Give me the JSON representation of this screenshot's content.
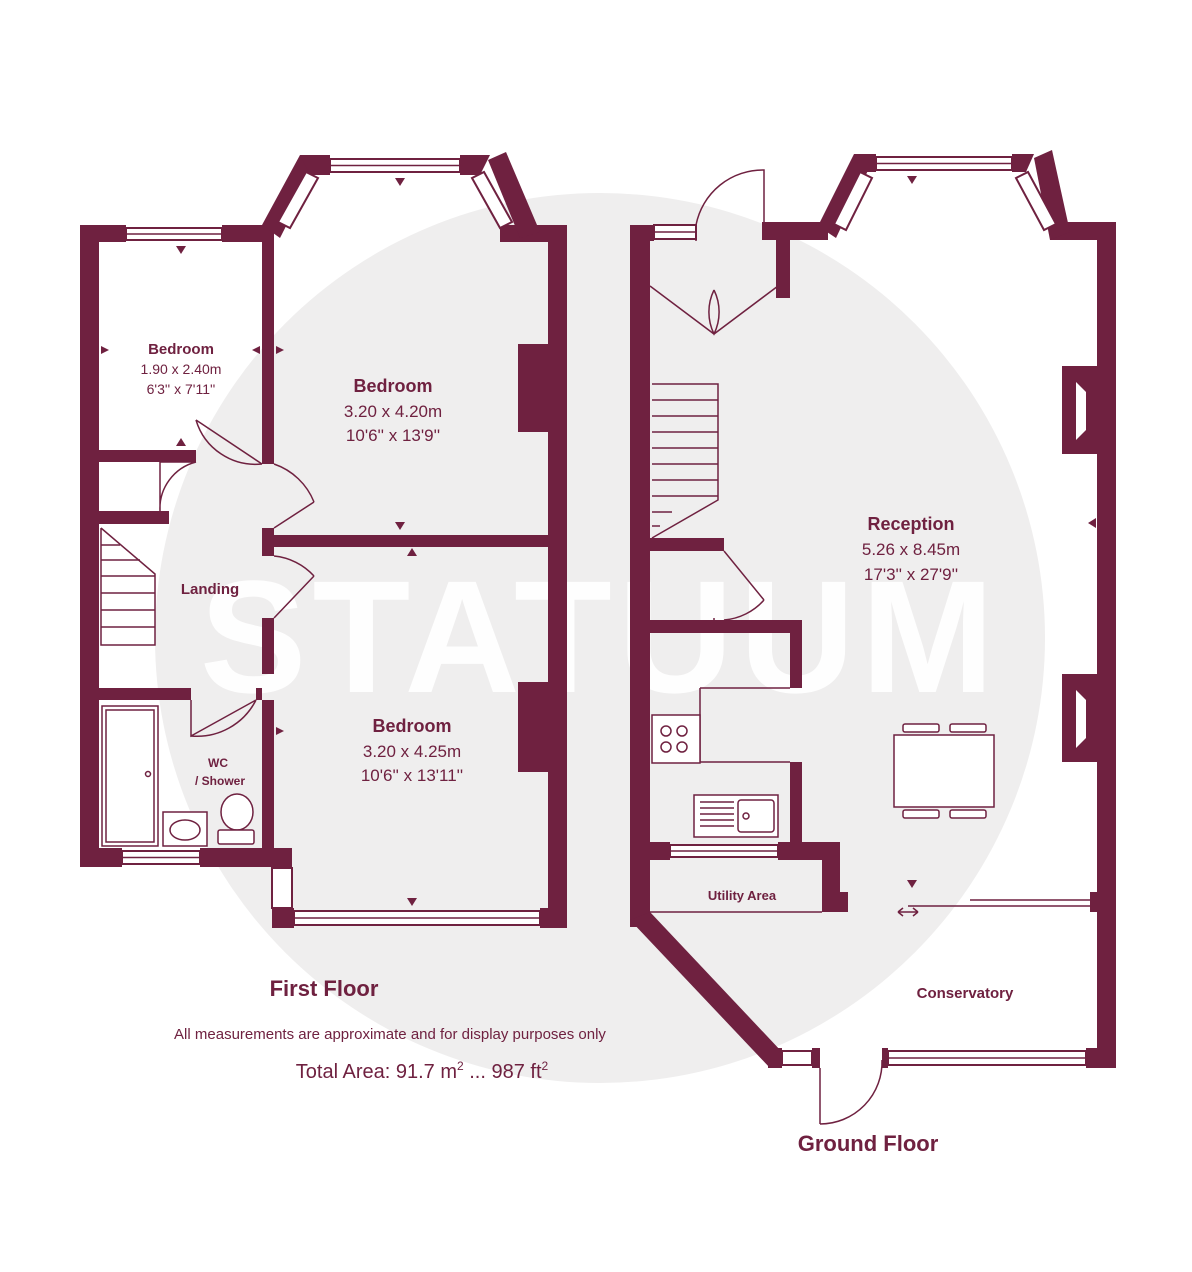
{
  "watermark": "STATUUM",
  "first_floor": {
    "title": "First Floor",
    "rooms": [
      {
        "name": "Bedroom",
        "metric": "1.90 x 2.40m",
        "imperial": "6'3'' x 7'11''"
      },
      {
        "name": "Bedroom",
        "metric": "3.20 x 4.20m",
        "imperial": "10'6'' x 13'9''"
      },
      {
        "name": "Bedroom",
        "metric": "3.20 x 4.25m",
        "imperial": "10'6'' x 13'11''"
      },
      {
        "name": "Landing"
      },
      {
        "name": "WC",
        "name2": "/ Shower"
      }
    ]
  },
  "ground_floor": {
    "title": "Ground Floor",
    "rooms": [
      {
        "name": "Reception",
        "metric": "5.26 x 8.45m",
        "imperial": "17'3'' x 27'9''"
      },
      {
        "name": "Utility Area"
      },
      {
        "name": "Conservatory"
      }
    ]
  },
  "disclaimer": "All measurements are approximate and for display purposes only",
  "total_area": {
    "label": "Total Area: 91.7 m",
    "sup1": "2",
    "mid": " ... 987 ft",
    "sup2": "2"
  },
  "colors": {
    "wall": "#6f2140",
    "background": "#ffffff",
    "watermark_circle": "#efeeee"
  }
}
